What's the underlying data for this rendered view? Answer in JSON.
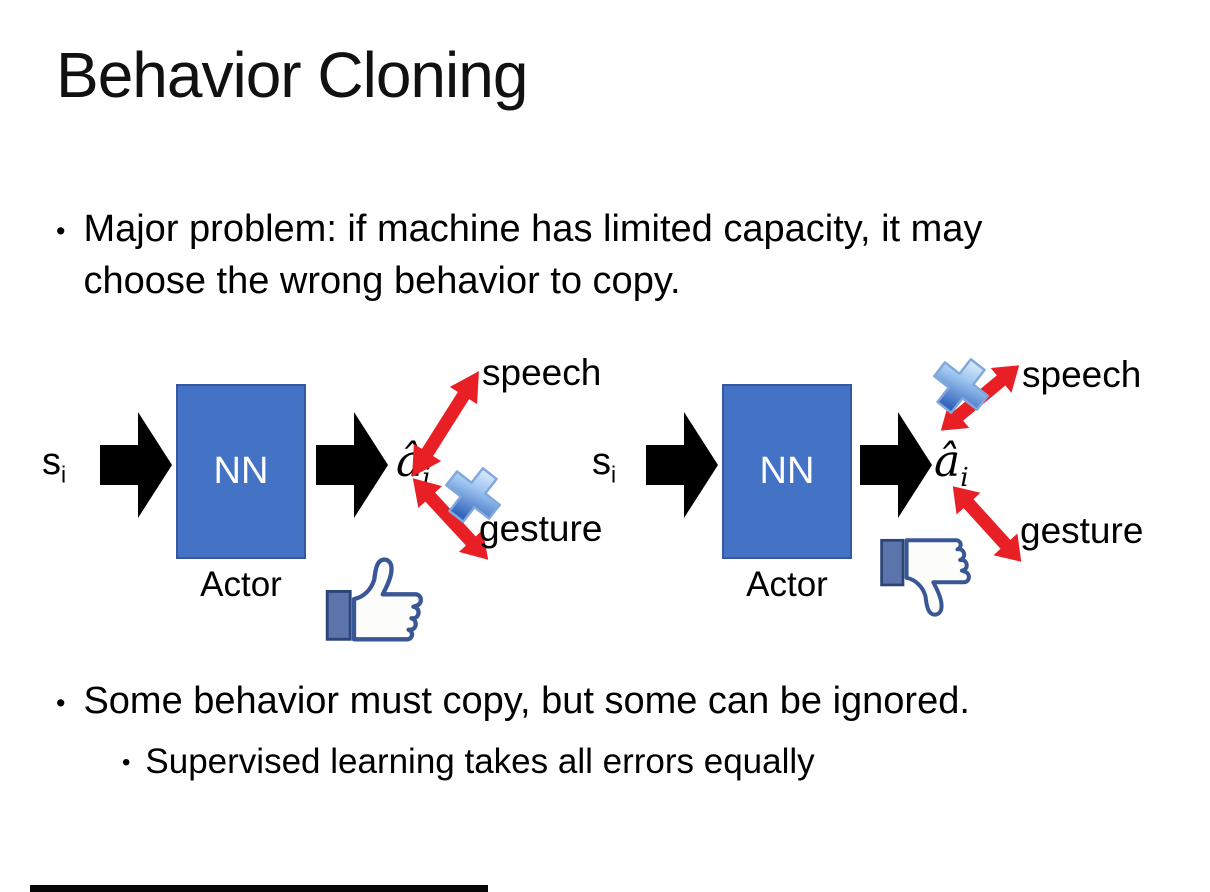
{
  "slide": {
    "title": "Behavior Cloning",
    "bullets": {
      "main1": "Major problem: if machine has limited capacity, it may choose the wrong behavior to copy.",
      "main2": "Some behavior must copy, but some can be ignored.",
      "sub1": "Supervised learning takes all errors equally"
    }
  },
  "diagrams": {
    "left": {
      "input_label": "s",
      "input_subscript": "i",
      "network_label": "NN",
      "network_caption": "Actor",
      "output_label": "â",
      "output_subscript": "i",
      "branch_top_label": "speech",
      "branch_bottom_label": "gesture",
      "crossed_out_branch": "gesture",
      "feedback_icon": "thumbs-up"
    },
    "right": {
      "input_label": "s",
      "input_subscript": "i",
      "network_label": "NN",
      "network_caption": "Actor",
      "output_label": "â",
      "output_subscript": "i",
      "branch_top_label": "speech",
      "branch_bottom_label": "gesture",
      "crossed_out_branch": "speech",
      "feedback_icon": "thumbs-down"
    }
  },
  "colors": {
    "network_box_blue": "#4472C4",
    "flow_arrow_black": "#000000",
    "branch_arrow_red": "#E81F24",
    "cross_blue": "#3566BD",
    "thumb_outline_navy": "#3A5795",
    "thumb_cuff_blue": "#5C74AC"
  }
}
